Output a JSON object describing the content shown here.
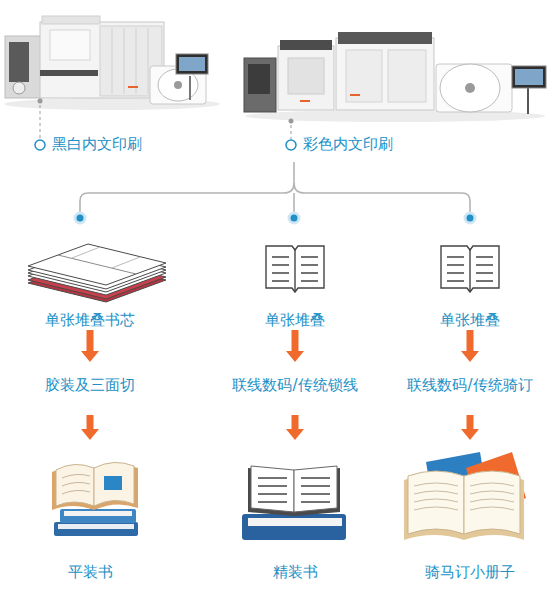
{
  "diagram": {
    "nodes": [
      {
        "text": [
          "黑白内文印刷"
        ]
      },
      {
        "text": [
          "彩色内文印刷"
        ]
      },
      {
        "text": [
          "单张堆叠书芯"
        ]
      },
      {
        "text": [
          "单张堆叠"
        ]
      },
      {
        "text": [
          "单张堆叠"
        ]
      },
      {
        "text": [
          "胶装及三面切"
        ]
      },
      {
        "text": [
          "联线数码/传统锁线"
        ]
      },
      {
        "text": [
          "联线数码/传统骑订"
        ]
      },
      {
        "text": [
          "平装书"
        ]
      },
      {
        "text": [
          "精装书"
        ]
      },
      {
        "text": [
          "骑马订小册子"
        ]
      }
    ],
    "edges": [
      {
        "from": 2,
        "to": 5,
        "arrow": "to"
      },
      {
        "from": 5,
        "to": 8,
        "arrow": "to"
      },
      {
        "from": 3,
        "to": 6,
        "arrow": "to"
      },
      {
        "from": 6,
        "to": 9,
        "arrow": "to"
      },
      {
        "from": 4,
        "to": 7,
        "arrow": "to"
      },
      {
        "from": 7,
        "to": 10,
        "arrow": "to"
      }
    ]
  }
}
